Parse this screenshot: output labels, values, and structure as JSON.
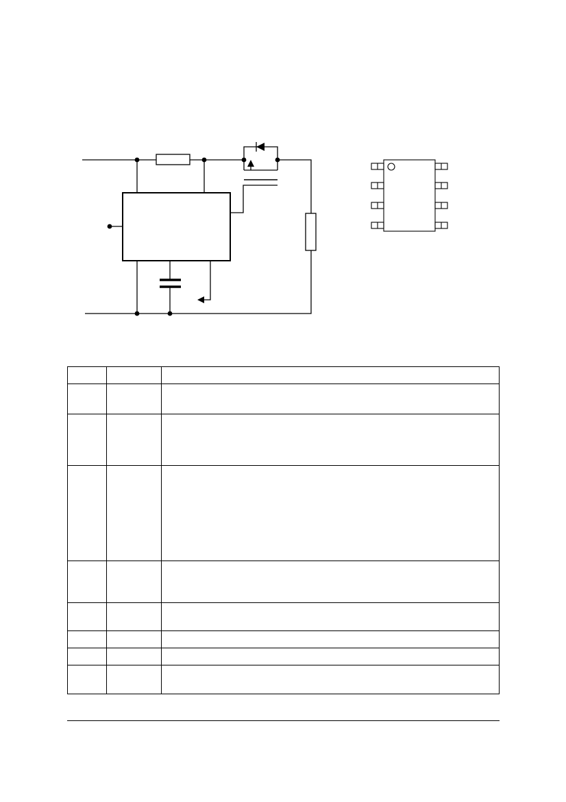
{
  "schematic": {
    "parts": [
      "input-line",
      "ground-line",
      "sense-resistor",
      "controller-ic",
      "power-mosfet",
      "body-diode",
      "timing-capacitor",
      "load-resistor",
      "ground-arrow"
    ]
  },
  "package": {
    "pins_per_side": 4,
    "has_pin1_marker": true
  },
  "pin_table": {
    "header": [
      "",
      "",
      ""
    ],
    "rows": [
      {
        "cells": [
          "",
          "",
          ""
        ]
      },
      {
        "cells": [
          "",
          "",
          ""
        ]
      },
      {
        "cells": [
          "",
          "",
          ""
        ]
      },
      {
        "cells": [
          "",
          "",
          ""
        ]
      },
      {
        "cells": [
          "",
          "",
          ""
        ]
      },
      {
        "cells": [
          "",
          "",
          ""
        ]
      },
      {
        "cells": [
          "",
          "",
          ""
        ]
      },
      {
        "cells": [
          "",
          "",
          ""
        ]
      }
    ]
  }
}
